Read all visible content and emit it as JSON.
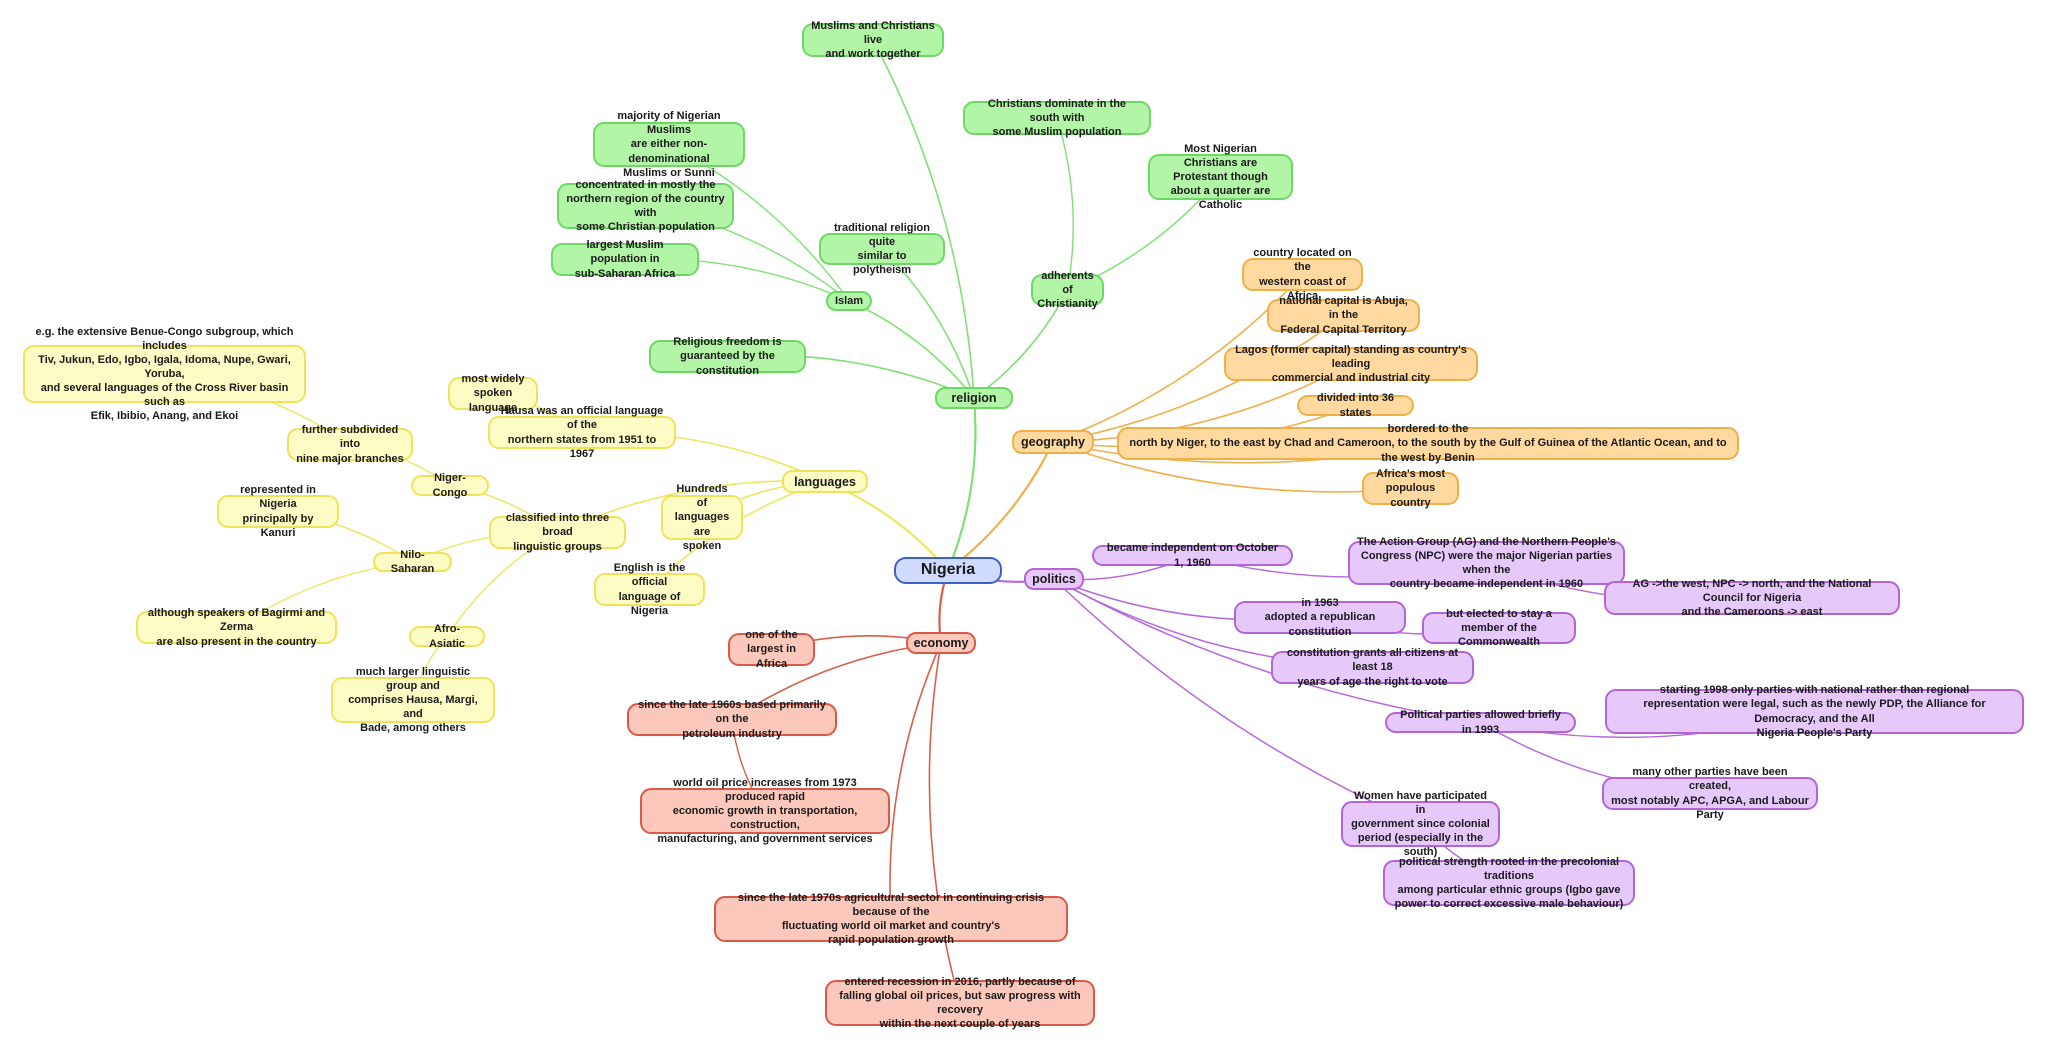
{
  "colors": {
    "religion": "#7fe073",
    "languages": "#f0e560",
    "geography": "#efb14c",
    "politics": "#b468dc",
    "economy": "#d6604a",
    "center": "#3e5ec8"
  },
  "nodes": {
    "nigeria": "Nigeria",
    "religion": "religion",
    "languages": "languages",
    "geography": "geography",
    "politics": "politics",
    "economy": "economy",
    "islam": "Islam",
    "christianity": "adherents of\nChristianity",
    "traditional": "traditional religion quite\nsimilar to polytheism",
    "muslims_christians": "Muslims and Christians live\nand work together",
    "freedom": "Religious freedom is\nguaranteed by the constitution",
    "islam_majority": "majority of Nigerian Muslims\nare either non-denominational\nMuslims or Sunni",
    "islam_north": "concentrated in mostly the\nnorthern region of the country with\nsome Christian population",
    "islam_largest": "largest Muslim population in\nsub-Saharan Africa",
    "christ_south": "Christians dominate in the south with\nsome Muslim population",
    "christ_protestant": "Most Nigerian Christians are\nProtestant though\nabout a quarter are Catholic",
    "widely_spoken": "most widely\nspoken language",
    "hausa": "Hausa was an official language of the\nnorthern states from 1951 to 1967",
    "hundreds": "Hundreds of\nlanguages are\nspoken",
    "english": "English is the official\nlanguage of Nigeria",
    "classified": "classified into three broad\nlinguistic groups",
    "niger_congo": "Niger-Congo",
    "nilo_saharan": "Nilo-Saharan",
    "afro_asiatic": "Afro-Asiatic",
    "subdivided": "further subdivided into\nnine major branches",
    "benue_congo": "e.g. the extensive Benue-Congo subgroup, which includes\nTiv, Jukun, Edo, Igbo, Igala, Idoma, Nupe, Gwari, Yoruba,\nand several languages of the Cross River basin such as\nEfik, Ibibio, Anang, and Ekoi",
    "kanuri": "represented in Nigeria\nprincipally by Kanuri",
    "bagirmi": "although speakers of Bagirmi and Zerma\nare also present in the country",
    "hausa_group": "much larger linguistic group and\ncomprises Hausa, Margi, and\nBade, among others",
    "geo_west_coast": "country located on the\nwestern coast of Africa",
    "geo_abuja": "national capital is Abuja, in the\nFederal Capital Territory",
    "geo_lagos": "Lagos (former capital) standing as country's leading\ncommercial and industrial city",
    "geo_states": "divided into 36 states",
    "geo_bordered": "bordered to the\nnorth by Niger, to the east by Chad and Cameroon, to the south by the Gulf of Guinea of the Atlantic Ocean, and to the west by Benin",
    "geo_populous": "Africa's most\npopulous country",
    "pol_independent": "became independent on October 1, 1960",
    "pol_ag_npc": "The Action Group (AG) and the Northern People's\nCongress (NPC) were the major Nigerian parties when the\ncountry became independent in 1960",
    "pol_ag_west": "AG ->the west, NPC -> north, and the National Council for Nigeria\nand the Cameroons -> east",
    "pol_1963": "in 1963\nadopted a republican constitution",
    "pol_commonwealth": "but elected to stay a\nmember of the Commonwealth",
    "pol_vote": "constitution grants all citizens at least 18\nyears of age the right to vote",
    "pol_parties": "Political parties allowed briefly in 1993",
    "pol_1998": "starting 1998 only parties with national rather than regional\nrepresentation were legal, such as the newly PDP, the Alliance for Democracy, and the All\nNigeria People's Party",
    "pol_other_parties": "many other parties have been created,\nmost notably APC, APGA, and  Labour Party",
    "pol_women": "Women have participated in\ngovernment since colonial\nperiod (especially in the south)",
    "pol_strength": "political strength rooted in the precolonial traditions\namong particular ethnic groups (Igbo gave\npower to correct excessive male behaviour)",
    "eco_largest": "one of the\nlargest in Africa",
    "eco_petroleum": "since the late 1960s based primarily on the\npetroleum industry",
    "eco_oil_price": "world oil price increases from 1973 produced rapid\neconomic growth in transportation, construction,\nmanufacturing, and government services",
    "eco_agri": "since the late 1970s agricultural sector in continuing crisis because of the\nfluctuating world oil market and country's\nrapid population growth",
    "eco_recession": "entered recession in 2016, partly because of\nfalling global oil prices, but saw progress with recovery\nwithin the next couple of years"
  }
}
